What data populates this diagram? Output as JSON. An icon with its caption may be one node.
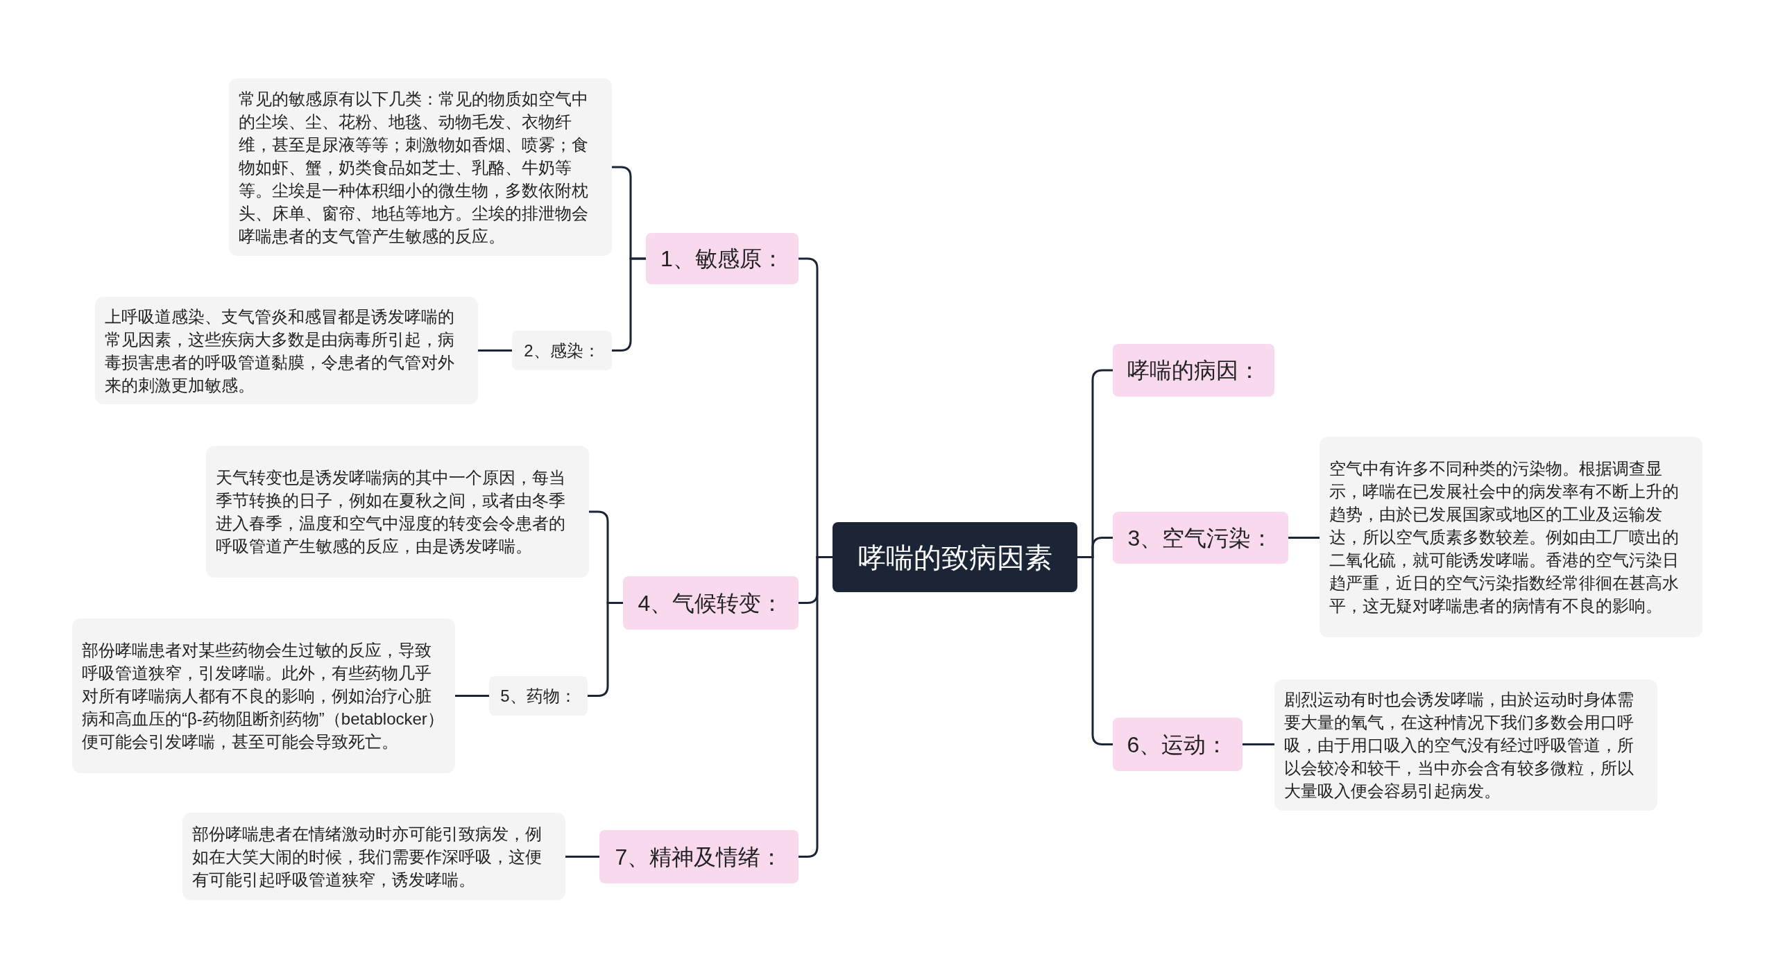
{
  "diagram": {
    "nodes": [
      {
        "text": [
          "哮喘的致病因素"
        ]
      },
      {
        "text": [
          "1、敏感原："
        ]
      },
      {
        "text": [
          "常见的敏感原有以下几类：常见的物质如空气中的尘埃、尘、花粉、地毯、动物毛发、衣物纤维，甚至是尿液等等；刺激物如香烟、喷雾；食物如虾、蟹，奶类食品如芝士、乳酪、牛奶等等。尘埃是一种体积细小的微生物，多数依附枕头、床单、窗帘、地毡等地方。尘埃的排泄物会哮喘患者的支气管产生敏感的反应。"
        ]
      },
      {
        "text": [
          "2、感染："
        ]
      },
      {
        "text": [
          "上呼吸道感染、支气管炎和感冒都是诱发哮喘的常见因素，这些疾病大多数是由病毒所引起，病毒损害患者的呼吸管道黏膜，令患者的气管对外来的刺激更加敏感。"
        ]
      },
      {
        "text": [
          "4、气候转变："
        ]
      },
      {
        "text": [
          "天气转变也是诱发哮喘病的其中一个原因，每当季节转换的日子，例如在夏秋之间，或者由冬季进入春季，温度和空气中湿度的转变会令患者的呼吸管道产生敏感的反应，由是诱发哮喘。"
        ]
      },
      {
        "text": [
          "5、药物："
        ]
      },
      {
        "text": [
          "部份哮喘患者对某些药物会生过敏的反应，导致呼吸管道狭窄，引发哮喘。此外，有些药物几乎对所有哮喘病人都有不良的影响，例如治疗心脏病和高血压的“β-药物阻断剂药物”（betablocker）便可能会引发哮喘，甚至可能会导致死亡。"
        ]
      },
      {
        "text": [
          "7、精神及情绪："
        ]
      },
      {
        "text": [
          "部份哮喘患者在情绪激动时亦可能引致病发，例如在大笑大闹的时候，我们需要作深呼吸，这便有可能引起呼吸管道狭窄，诱发哮喘。"
        ]
      },
      {
        "text": [
          "哮喘的病因："
        ]
      },
      {
        "text": [
          "3、空气污染："
        ]
      },
      {
        "text": [
          "空气中有许多不同种类的污染物。根据调查显示，哮喘在已发展社会中的病发率有不断上升的趋势，由於已发展国家或地区的工业及运输发达，所以空气质素多数较差。例如由工厂喷出的二氧化硫，就可能诱发哮喘。香港的空气污染日趋严重，近日的空气污染指数经常徘徊在甚高水平，这无疑对哮喘患者的病情有不良的影响。"
        ]
      },
      {
        "text": [
          "6、运动："
        ]
      },
      {
        "text": [
          "剧烈运动有时也会诱发哮喘，由於运动时身体需要大量的氧气，在这种情况下我们多数会用口呼吸，由于用口吸入的空气没有经过呼吸管道，所以会较冷和较干，当中亦会含有较多微粒，所以大量吸入便会容易引起病发。"
        ]
      }
    ],
    "edges": [
      {
        "from": 0,
        "to": 1,
        "arrow": "none"
      },
      {
        "from": 0,
        "to": 5,
        "arrow": "none"
      },
      {
        "from": 0,
        "to": 9,
        "arrow": "none"
      },
      {
        "from": 0,
        "to": 11,
        "arrow": "none"
      },
      {
        "from": 0,
        "to": 12,
        "arrow": "none"
      },
      {
        "from": 0,
        "to": 14,
        "arrow": "none"
      },
      {
        "from": 1,
        "to": 2,
        "arrow": "none"
      },
      {
        "from": 1,
        "to": 3,
        "arrow": "none"
      },
      {
        "from": 3,
        "to": 4,
        "arrow": "none"
      },
      {
        "from": 5,
        "to": 6,
        "arrow": "none"
      },
      {
        "from": 5,
        "to": 7,
        "arrow": "none"
      },
      {
        "from": 7,
        "to": 8,
        "arrow": "none"
      },
      {
        "from": 9,
        "to": 10,
        "arrow": "none"
      },
      {
        "from": 12,
        "to": 13,
        "arrow": "none"
      },
      {
        "from": 14,
        "to": 15,
        "arrow": "none"
      }
    ]
  }
}
